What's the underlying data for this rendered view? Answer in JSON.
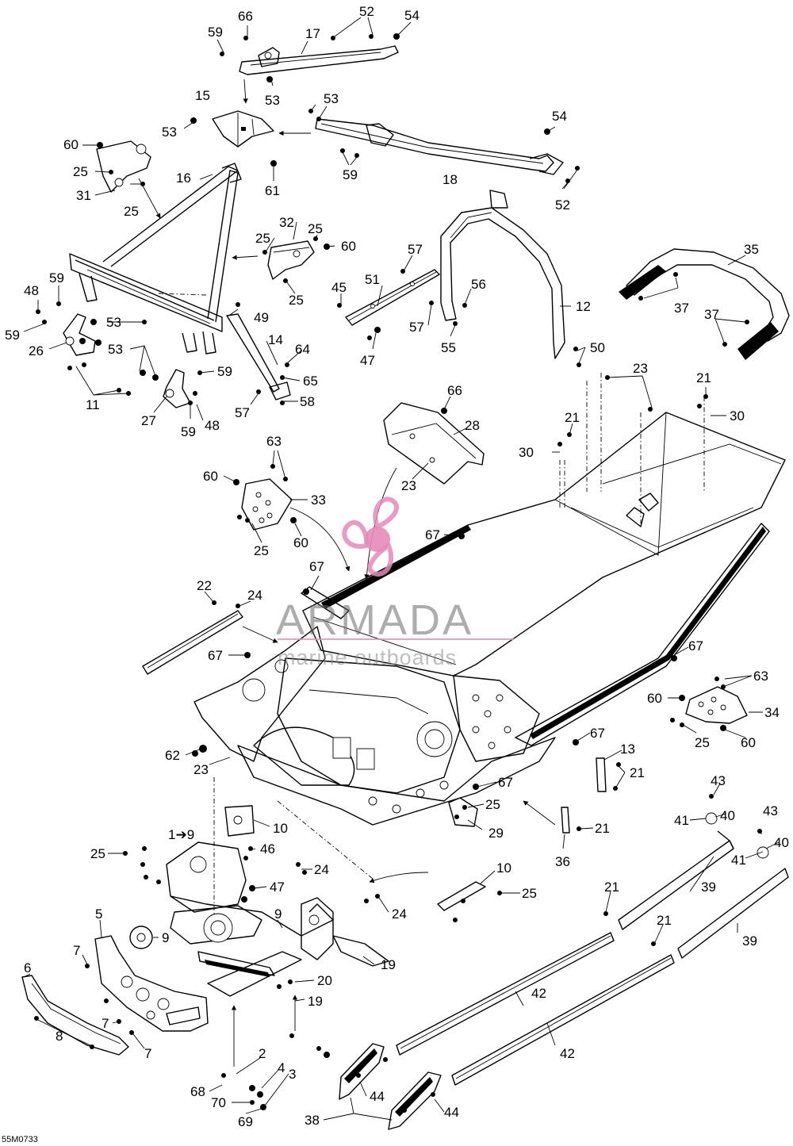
{
  "diagram": {
    "code": "55M0733",
    "watermark": {
      "title": "ARMADA",
      "subtitle": "marine outboards",
      "accent": "#e58bb8"
    },
    "callouts": [
      {
        "id": "c66a",
        "text": "66"
      },
      {
        "id": "c17",
        "text": "17"
      },
      {
        "id": "c52a",
        "text": "52"
      },
      {
        "id": "c54a",
        "text": "54"
      },
      {
        "id": "c59a",
        "text": "59"
      },
      {
        "id": "c53a",
        "text": "53"
      },
      {
        "id": "c15",
        "text": "15"
      },
      {
        "id": "c53b",
        "text": "53"
      },
      {
        "id": "c53c",
        "text": "53"
      },
      {
        "id": "c54b",
        "text": "54"
      },
      {
        "id": "c59b",
        "text": "59"
      },
      {
        "id": "c18",
        "text": "18"
      },
      {
        "id": "c52b",
        "text": "52"
      },
      {
        "id": "c60a",
        "text": "60"
      },
      {
        "id": "c25a",
        "text": "25"
      },
      {
        "id": "c31",
        "text": "31"
      },
      {
        "id": "c25b",
        "text": "25"
      },
      {
        "id": "c16",
        "text": "16"
      },
      {
        "id": "c61",
        "text": "61"
      },
      {
        "id": "c32",
        "text": "32"
      },
      {
        "id": "c25c",
        "text": "25"
      },
      {
        "id": "c25d",
        "text": "25"
      },
      {
        "id": "c60b",
        "text": "60"
      },
      {
        "id": "c25e",
        "text": "25"
      },
      {
        "id": "c57a",
        "text": "57"
      },
      {
        "id": "c35",
        "text": "35"
      },
      {
        "id": "c45",
        "text": "45"
      },
      {
        "id": "c51",
        "text": "51"
      },
      {
        "id": "c56",
        "text": "56"
      },
      {
        "id": "c12",
        "text": "12"
      },
      {
        "id": "c37a",
        "text": "37"
      },
      {
        "id": "c37b",
        "text": "37"
      },
      {
        "id": "c48a",
        "text": "48"
      },
      {
        "id": "c59c",
        "text": "59"
      },
      {
        "id": "c49",
        "text": "49"
      },
      {
        "id": "c57b",
        "text": "57"
      },
      {
        "id": "c55",
        "text": "55"
      },
      {
        "id": "c53d",
        "text": "53"
      },
      {
        "id": "c59d",
        "text": "59"
      },
      {
        "id": "c26",
        "text": "26"
      },
      {
        "id": "c53e",
        "text": "53"
      },
      {
        "id": "c14",
        "text": "14"
      },
      {
        "id": "c47a",
        "text": "47"
      },
      {
        "id": "c50",
        "text": "50"
      },
      {
        "id": "c64",
        "text": "64"
      },
      {
        "id": "c65",
        "text": "65"
      },
      {
        "id": "c59e",
        "text": "59"
      },
      {
        "id": "c11",
        "text": "11"
      },
      {
        "id": "c27",
        "text": "27"
      },
      {
        "id": "c48b",
        "text": "48"
      },
      {
        "id": "c59f",
        "text": "59"
      },
      {
        "id": "c57c",
        "text": "57"
      },
      {
        "id": "c58",
        "text": "58"
      },
      {
        "id": "c23a",
        "text": "23"
      },
      {
        "id": "c21a",
        "text": "21"
      },
      {
        "id": "c66b",
        "text": "66"
      },
      {
        "id": "c28",
        "text": "28"
      },
      {
        "id": "c21b",
        "text": "21"
      },
      {
        "id": "c30a",
        "text": "30"
      },
      {
        "id": "c30b",
        "text": "30"
      },
      {
        "id": "c63a",
        "text": "63"
      },
      {
        "id": "c23b",
        "text": "23"
      },
      {
        "id": "c60c",
        "text": "60"
      },
      {
        "id": "c33",
        "text": "33"
      },
      {
        "id": "c67a",
        "text": "67"
      },
      {
        "id": "c25f",
        "text": "25"
      },
      {
        "id": "c60d",
        "text": "60"
      },
      {
        "id": "c67b",
        "text": "67"
      },
      {
        "id": "c22",
        "text": "22"
      },
      {
        "id": "c24a",
        "text": "24"
      },
      {
        "id": "c67c",
        "text": "67"
      },
      {
        "id": "c67d",
        "text": "67"
      },
      {
        "id": "c63b",
        "text": "63"
      },
      {
        "id": "c60e",
        "text": "60"
      },
      {
        "id": "c34",
        "text": "34"
      },
      {
        "id": "c25g",
        "text": "25"
      },
      {
        "id": "c60f",
        "text": "60"
      },
      {
        "id": "c67e",
        "text": "67"
      },
      {
        "id": "c13",
        "text": "13"
      },
      {
        "id": "c62",
        "text": "62"
      },
      {
        "id": "c23c",
        "text": "23"
      },
      {
        "id": "c21c",
        "text": "21"
      },
      {
        "id": "c67f",
        "text": "67"
      },
      {
        "id": "c43a",
        "text": "43"
      },
      {
        "id": "c25h",
        "text": "25"
      },
      {
        "id": "c29",
        "text": "29"
      },
      {
        "id": "c10a",
        "text": "10"
      },
      {
        "id": "c41a",
        "text": "41"
      },
      {
        "id": "c40a",
        "text": "40"
      },
      {
        "id": "c43b",
        "text": "43"
      },
      {
        "id": "c21d",
        "text": "21"
      },
      {
        "id": "c1to9",
        "text": "1➔9"
      },
      {
        "id": "c46",
        "text": "46"
      },
      {
        "id": "c25i",
        "text": "25"
      },
      {
        "id": "c36",
        "text": "36"
      },
      {
        "id": "c41b",
        "text": "41"
      },
      {
        "id": "c40b",
        "text": "40"
      },
      {
        "id": "c24b",
        "text": "24"
      },
      {
        "id": "c10b",
        "text": "10"
      },
      {
        "id": "c47b",
        "text": "47"
      },
      {
        "id": "c25j",
        "text": "25"
      },
      {
        "id": "c21e",
        "text": "21"
      },
      {
        "id": "c39a",
        "text": "39"
      },
      {
        "id": "c24c",
        "text": "24"
      },
      {
        "id": "c5",
        "text": "5"
      },
      {
        "id": "c9a",
        "text": "9"
      },
      {
        "id": "c9b",
        "text": "9"
      },
      {
        "id": "c21f",
        "text": "21"
      },
      {
        "id": "c39b",
        "text": "39"
      },
      {
        "id": "c6",
        "text": "6"
      },
      {
        "id": "c7a",
        "text": "7"
      },
      {
        "id": "c19a",
        "text": "19"
      },
      {
        "id": "c20",
        "text": "20"
      },
      {
        "id": "c19b",
        "text": "19"
      },
      {
        "id": "c7b",
        "text": "7"
      },
      {
        "id": "c8",
        "text": "8"
      },
      {
        "id": "c7c",
        "text": "7"
      },
      {
        "id": "c42a",
        "text": "42"
      },
      {
        "id": "c2",
        "text": "2"
      },
      {
        "id": "c4",
        "text": "4"
      },
      {
        "id": "c3",
        "text": "3"
      },
      {
        "id": "c42b",
        "text": "42"
      },
      {
        "id": "c68",
        "text": "68"
      },
      {
        "id": "c44a",
        "text": "44"
      },
      {
        "id": "c70",
        "text": "70"
      },
      {
        "id": "c44b",
        "text": "44"
      },
      {
        "id": "c38",
        "text": "38"
      },
      {
        "id": "c69",
        "text": "69"
      }
    ]
  }
}
